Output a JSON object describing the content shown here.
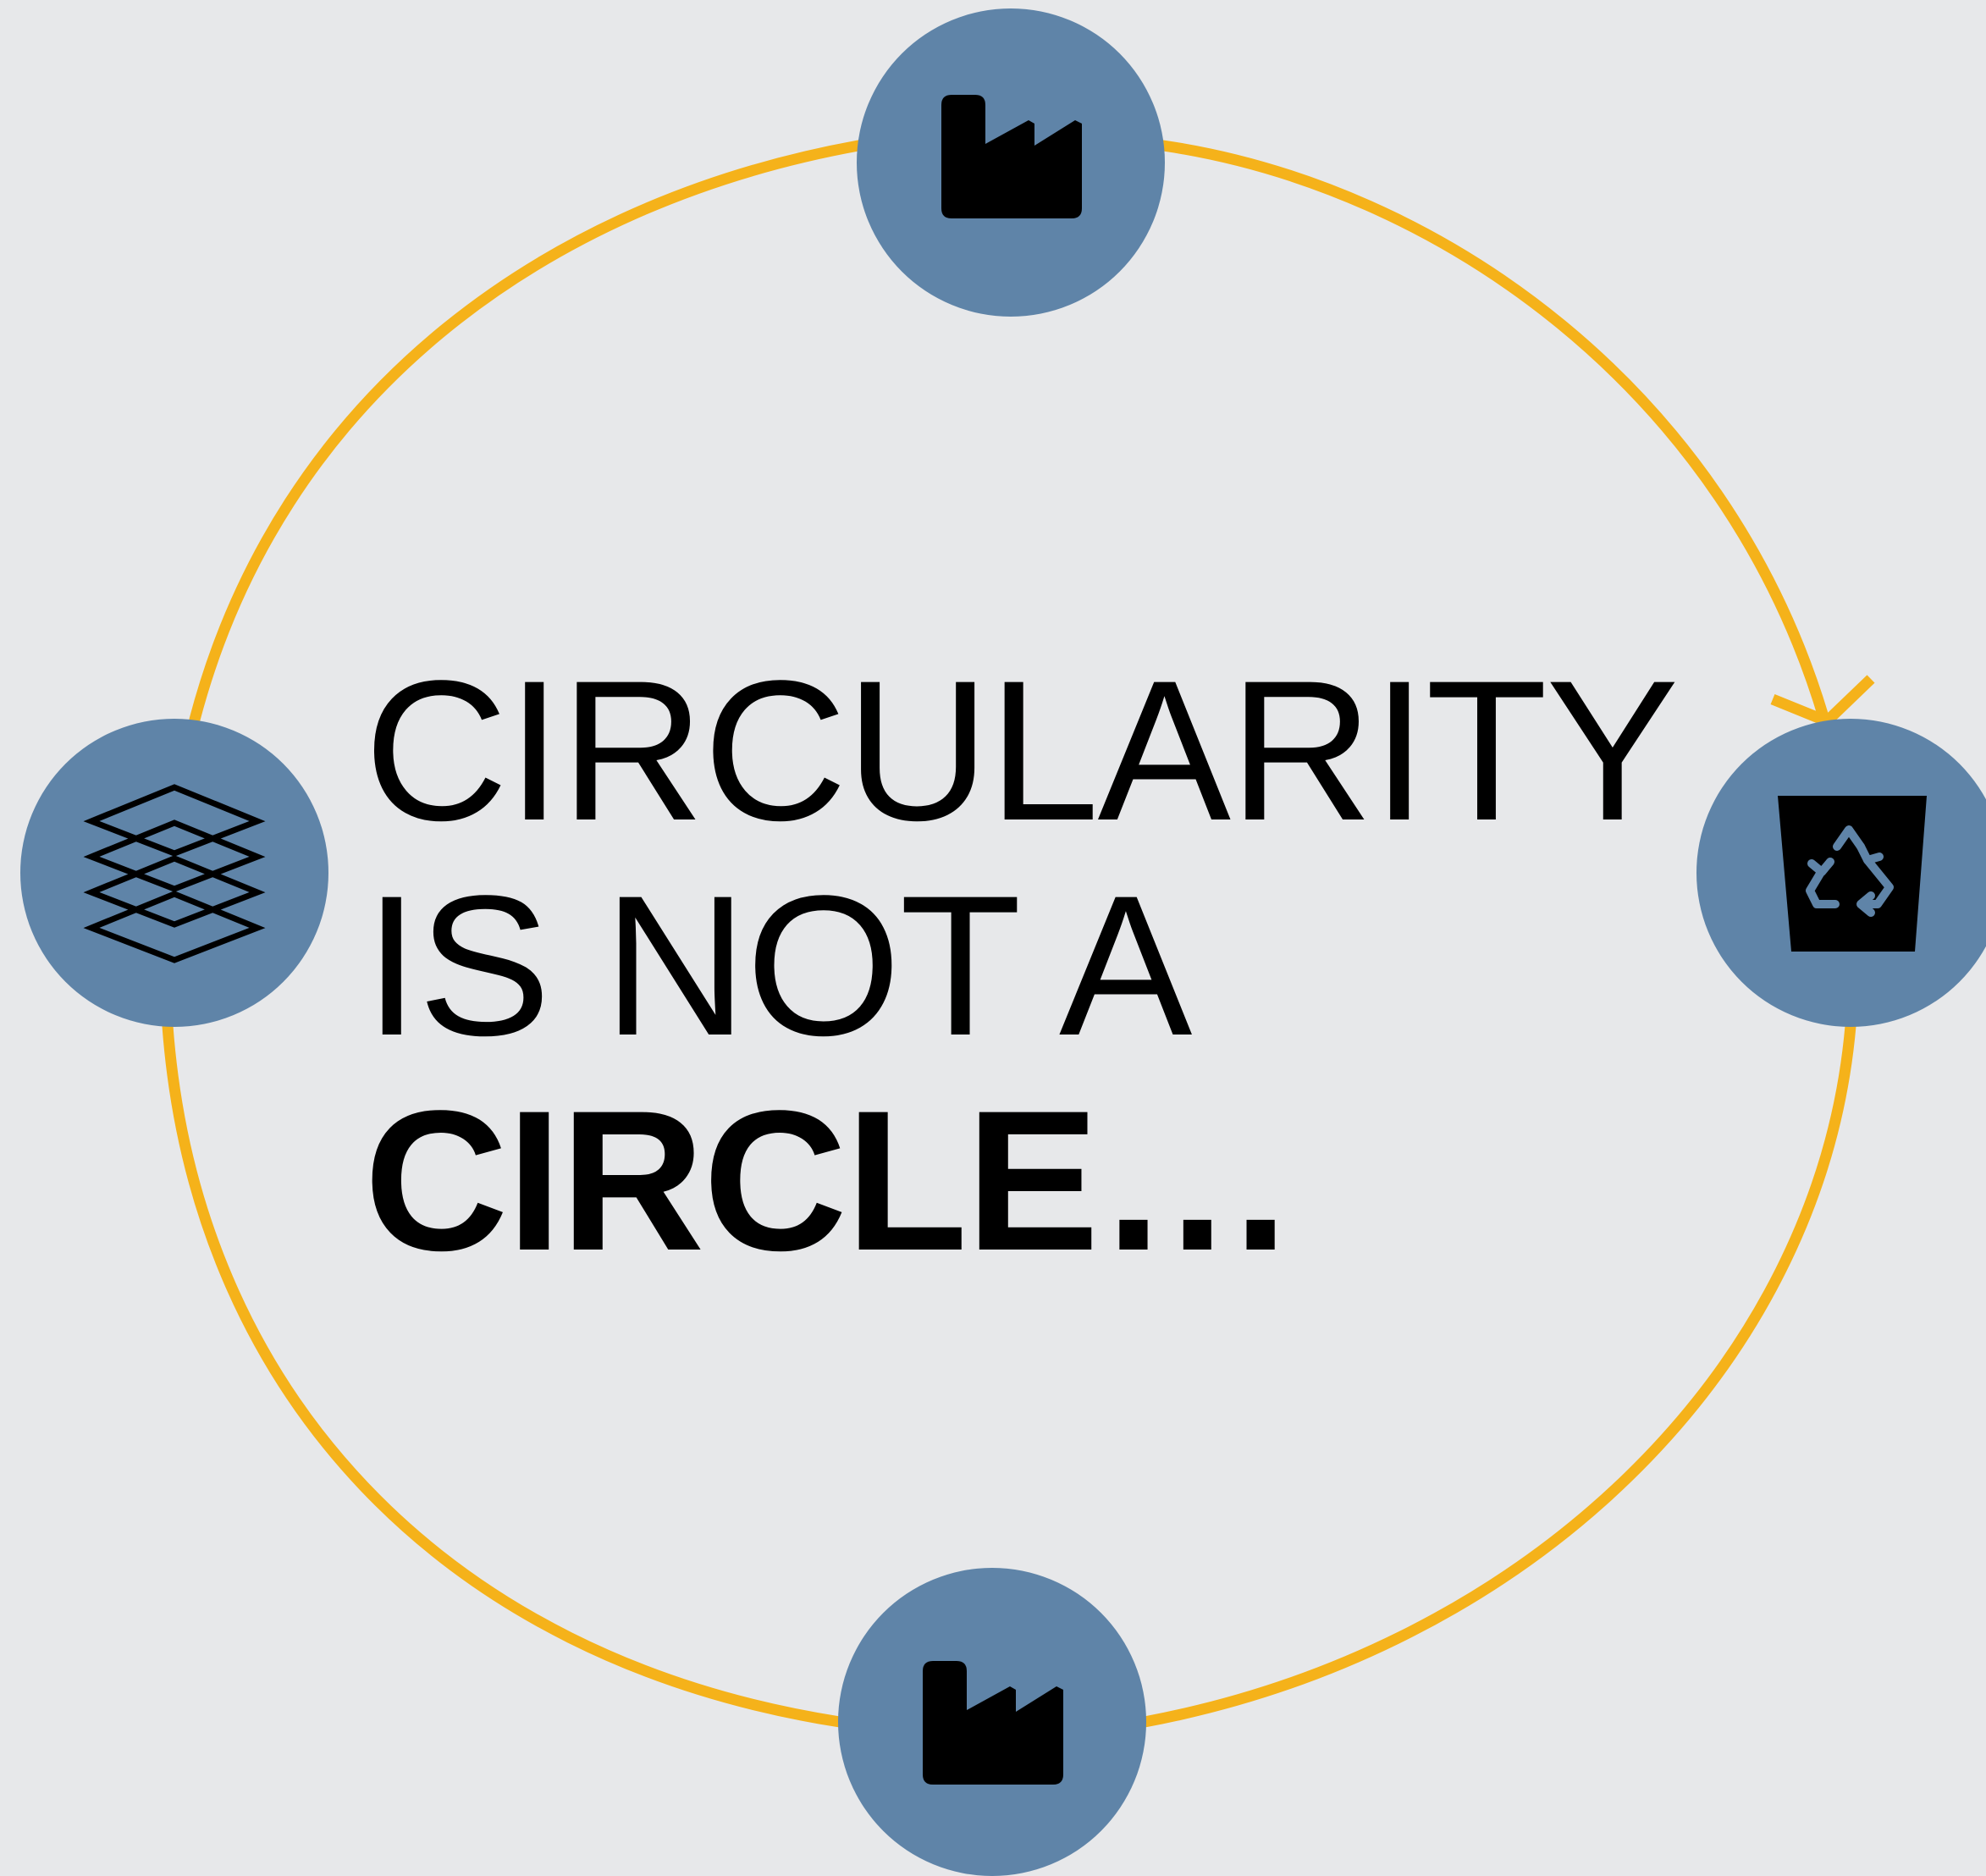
{
  "colors": {
    "background": "#e7e8ea",
    "ring": "#f5b21a",
    "node_fill": "#5f84a8",
    "icon": "#000000"
  },
  "nodes": [
    {
      "id": "top",
      "icon": "factory-icon"
    },
    {
      "id": "right",
      "icon": "recycle-bin-icon"
    },
    {
      "id": "bottom",
      "icon": "factory-icon"
    },
    {
      "id": "left",
      "icon": "stacked-layers-icon"
    }
  ],
  "headline": {
    "line1": "CIRCULARITY",
    "line2": "IS NOT A",
    "line3": "CIRCLE…"
  }
}
